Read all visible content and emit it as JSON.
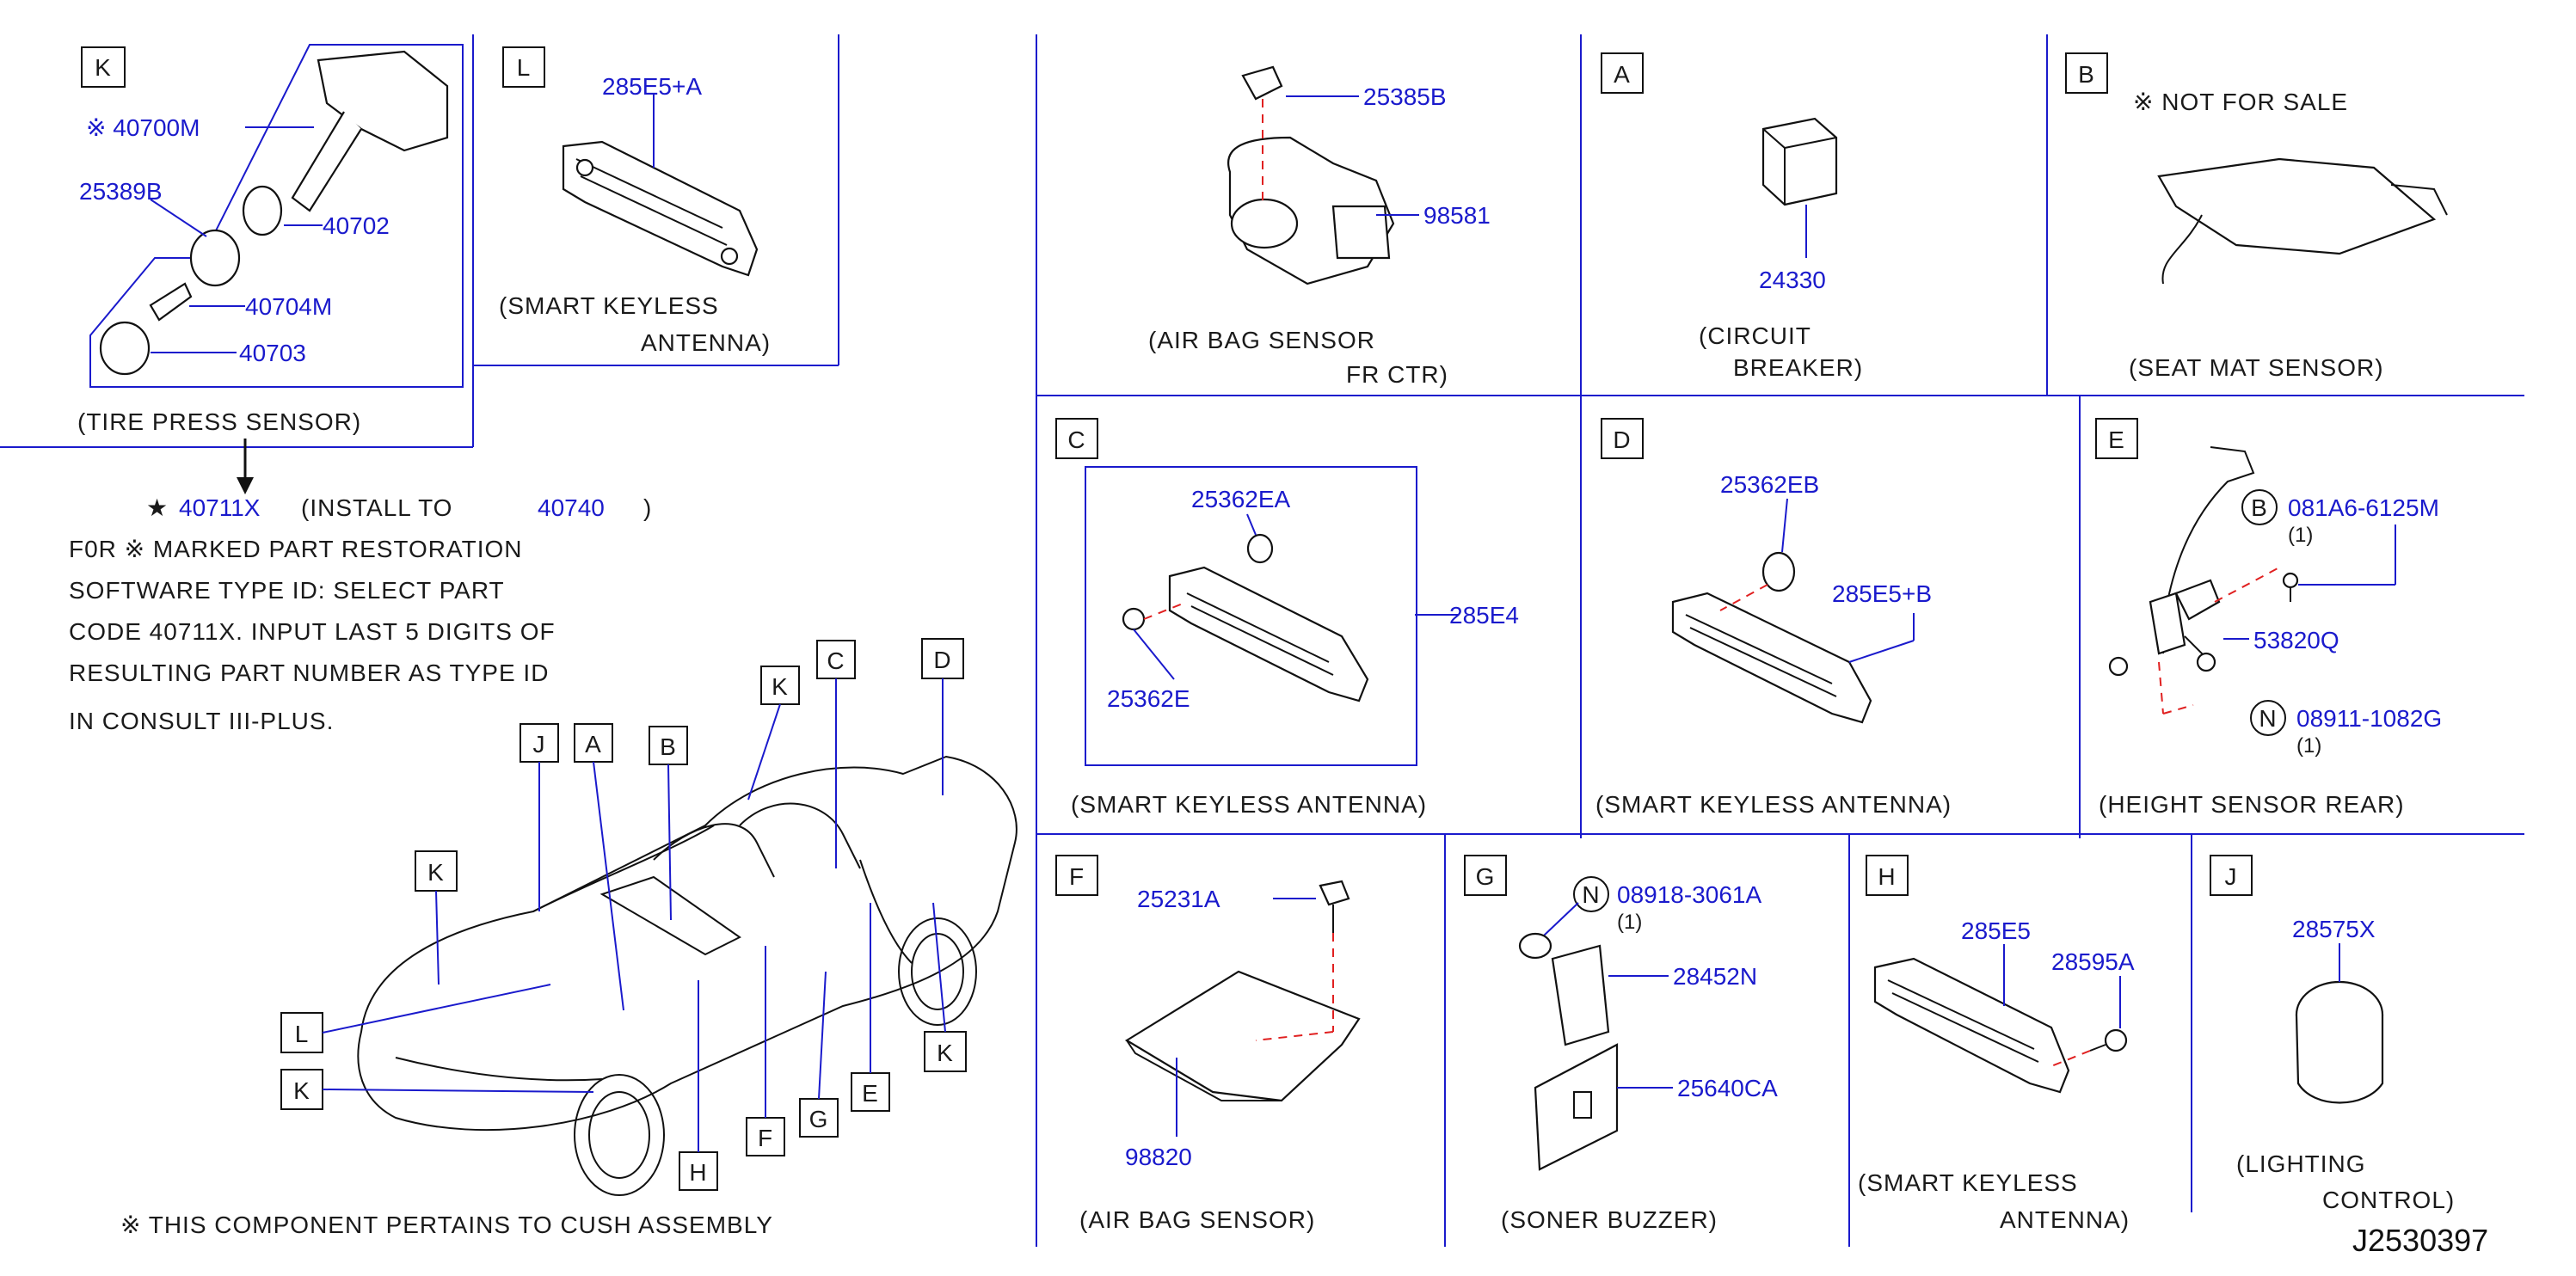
{
  "diagram_id": "J2530397",
  "note_footer": "※ THIS  COMPONENT  PERTAINS  TO          CUSH  ASSEMBLY",
  "install_note": {
    "star": "★",
    "part": "40711X",
    "text1": "(INSTALL  TO",
    "text2": "40740",
    "text3": ")",
    "lines": [
      "F0R  ※ MARKED  PART  RESTORATION",
      "SOFTWARE  TYPE  ID:  SELECT  PART",
      "CODE  40711X.  INPUT  LAST  5  DIGITS  OF",
      "RESULTING  PART          NUMBER  AS  TYPE  ID",
      "IN  CONSULT  III-PLUS."
    ]
  },
  "sections": {
    "K": {
      "letter": "K",
      "parts": [
        "※ 40700M",
        "25389B",
        "40702",
        "40704M",
        "40703"
      ],
      "caption": "(TIRE  PRESS  SENSOR)"
    },
    "L": {
      "letter": "L",
      "parts": [
        "285E5+A"
      ],
      "caption1": "(SMART  KEYLESS",
      "caption2": "ANTENNA)"
    },
    "airbag_fr": {
      "parts": [
        "25385B",
        "98581"
      ],
      "caption1": "(AIR  BAG  SENSOR",
      "caption2": "FR  CTR)"
    },
    "A": {
      "letter": "A",
      "parts": [
        "24330"
      ],
      "caption1": "(CIRCUIT",
      "caption2": "BREAKER)"
    },
    "B": {
      "letter": "B",
      "note": "※  NOT  FOR  SALE",
      "caption": "(SEAT  MAT  SENSOR)"
    },
    "C": {
      "letter": "C",
      "parts": [
        "25362EA",
        "285E4",
        "25362E"
      ],
      "caption": "(SMART  KEYLESS  ANTENNA)"
    },
    "D": {
      "letter": "D",
      "parts": [
        "25362EB",
        "285E5+B"
      ],
      "caption": "(SMART  KEYLESS  ANTENNA)"
    },
    "E": {
      "letter": "E",
      "parts": [
        "081A6-6125M",
        "53820Q",
        "08911-1082G"
      ],
      "qty1": "(1)",
      "qty2": "(1)",
      "circB": "B",
      "circN": "N",
      "caption": "(HEIGHT  SENSOR  REAR)"
    },
    "F": {
      "letter": "F",
      "parts": [
        "25231A",
        "98820"
      ],
      "caption": "(AIR  BAG  SENSOR)"
    },
    "G": {
      "letter": "G",
      "parts": [
        "08918-3061A",
        "28452N",
        "25640CA"
      ],
      "qty": "(1)",
      "circN": "N",
      "caption": "(SONER  BUZZER)"
    },
    "H": {
      "letter": "H",
      "parts": [
        "285E5",
        "28595A"
      ],
      "caption1": "(SMART  KEYLESS",
      "caption2": "ANTENNA)"
    },
    "J": {
      "letter": "J",
      "parts": [
        "28575X"
      ],
      "caption1": "(LIGHTING",
      "caption2": "CONTROL)"
    }
  },
  "car_callouts": [
    "J",
    "A",
    "B",
    "K",
    "C",
    "D",
    "K",
    "L",
    "K",
    "H",
    "F",
    "G",
    "E",
    "K"
  ]
}
